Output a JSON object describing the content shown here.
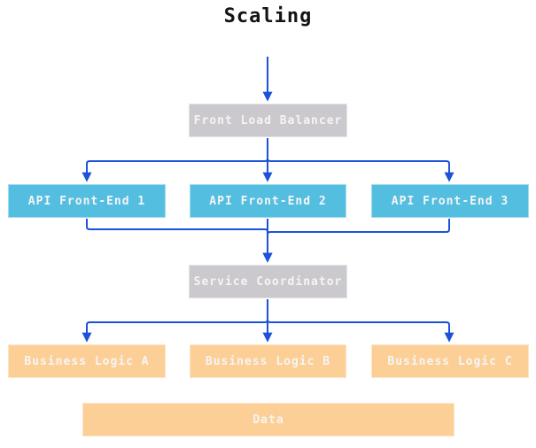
{
  "title": "Scaling",
  "colors": {
    "arrow": "#1e51da",
    "node_gray": "#cbc9cd",
    "node_blue": "#54bee0",
    "node_orange": "#fccf96",
    "node_text": "#f5f5f5",
    "title_text": "#141414",
    "background": "#ffffff"
  },
  "nodes": {
    "front_load_balancer": "Front Load Balancer",
    "api_front_end_1": "API Front-End 1",
    "api_front_end_2": "API Front-End 2",
    "api_front_end_3": "API Front-End 3",
    "service_coordinator": "Service Coordinator",
    "business_logic_a": "Business Logic A",
    "business_logic_b": "Business Logic B",
    "business_logic_c": "Business Logic C",
    "data": "Data"
  },
  "edges": [
    {
      "from": "top",
      "to": "front_load_balancer"
    },
    {
      "from": "front_load_balancer",
      "to": "api_front_end_1"
    },
    {
      "from": "front_load_balancer",
      "to": "api_front_end_2"
    },
    {
      "from": "front_load_balancer",
      "to": "api_front_end_3"
    },
    {
      "from": "api_front_end_1",
      "to": "service_coordinator"
    },
    {
      "from": "api_front_end_2",
      "to": "service_coordinator"
    },
    {
      "from": "api_front_end_3",
      "to": "service_coordinator"
    },
    {
      "from": "service_coordinator",
      "to": "business_logic_a"
    },
    {
      "from": "service_coordinator",
      "to": "business_logic_b"
    },
    {
      "from": "service_coordinator",
      "to": "business_logic_c"
    }
  ]
}
